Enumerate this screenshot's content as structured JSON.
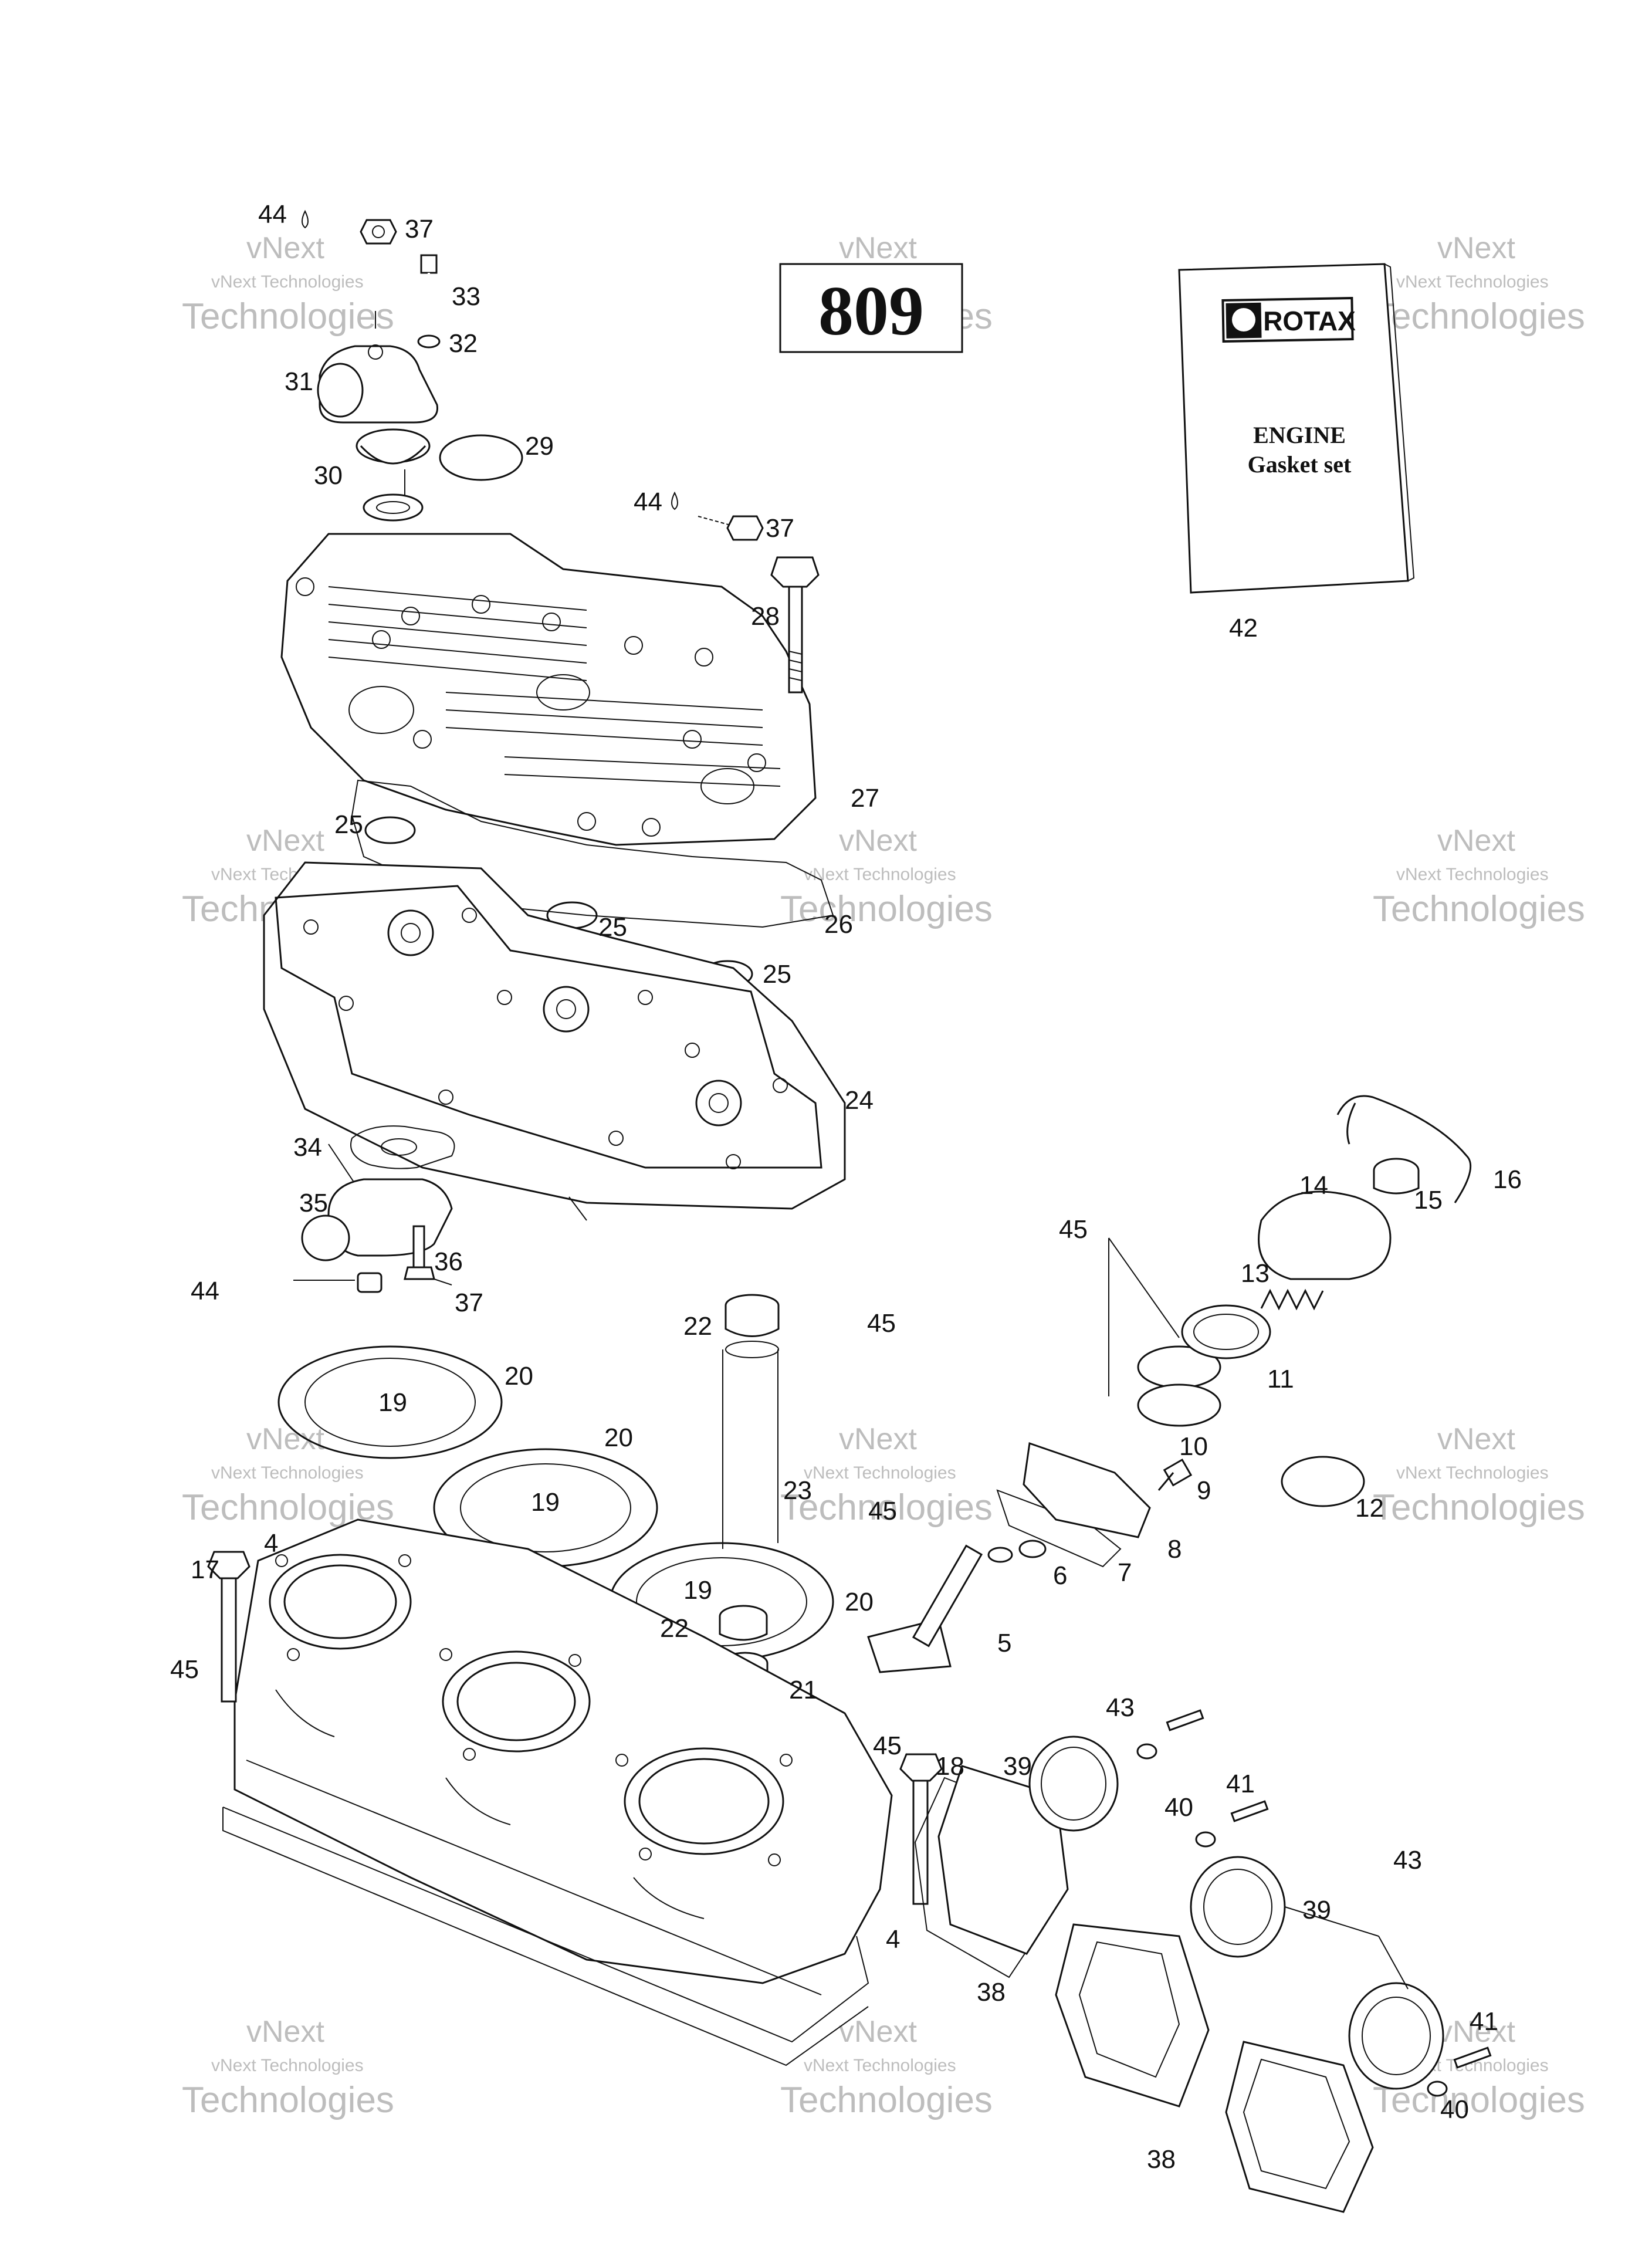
{
  "ref_box": "809",
  "gasket_book": {
    "brand": "ROTAX",
    "line1": "ENGINE",
    "line2": "Gasket set",
    "part": "42"
  },
  "watermark": {
    "line1": "vNext",
    "line2": "vNext Technologies",
    "line3": "Technologies"
  },
  "callouts": {
    "c44a": "44",
    "c37a": "37",
    "c33": "33",
    "c32": "32",
    "c31": "31",
    "c30": "30",
    "c29": "29",
    "c44b": "44",
    "c37b": "37",
    "c28": "28",
    "c27": "27",
    "c25a": "25",
    "c26": "26",
    "c25b": "25",
    "c25c": "25",
    "c24": "24",
    "c34": "34",
    "c35": "35",
    "c36": "36",
    "c44c": "44",
    "c37c": "37",
    "c22a": "22",
    "c45a": "45",
    "c20a": "20",
    "c19a": "19",
    "c20b": "20",
    "c19b": "19",
    "c23": "23",
    "c45b": "45",
    "c20c": "20",
    "c19c": "19",
    "c22b": "22",
    "c21": "21",
    "c17": "17",
    "c4a": "4",
    "c45c": "45",
    "c45d": "45",
    "c18": "18",
    "c4b": "4",
    "c5": "5",
    "c6": "6",
    "c7": "7",
    "c8": "8",
    "c9": "9",
    "c12": "12",
    "c10": "10",
    "c11": "11",
    "c13": "13",
    "c45e": "45",
    "c14": "14",
    "c15": "15",
    "c16": "16",
    "c43a": "43",
    "c39a": "39",
    "c40a": "40",
    "c41a": "41",
    "c38a": "38",
    "c43b": "43",
    "c39b": "39",
    "c38b": "38",
    "c41b": "41",
    "c40b": "40"
  }
}
